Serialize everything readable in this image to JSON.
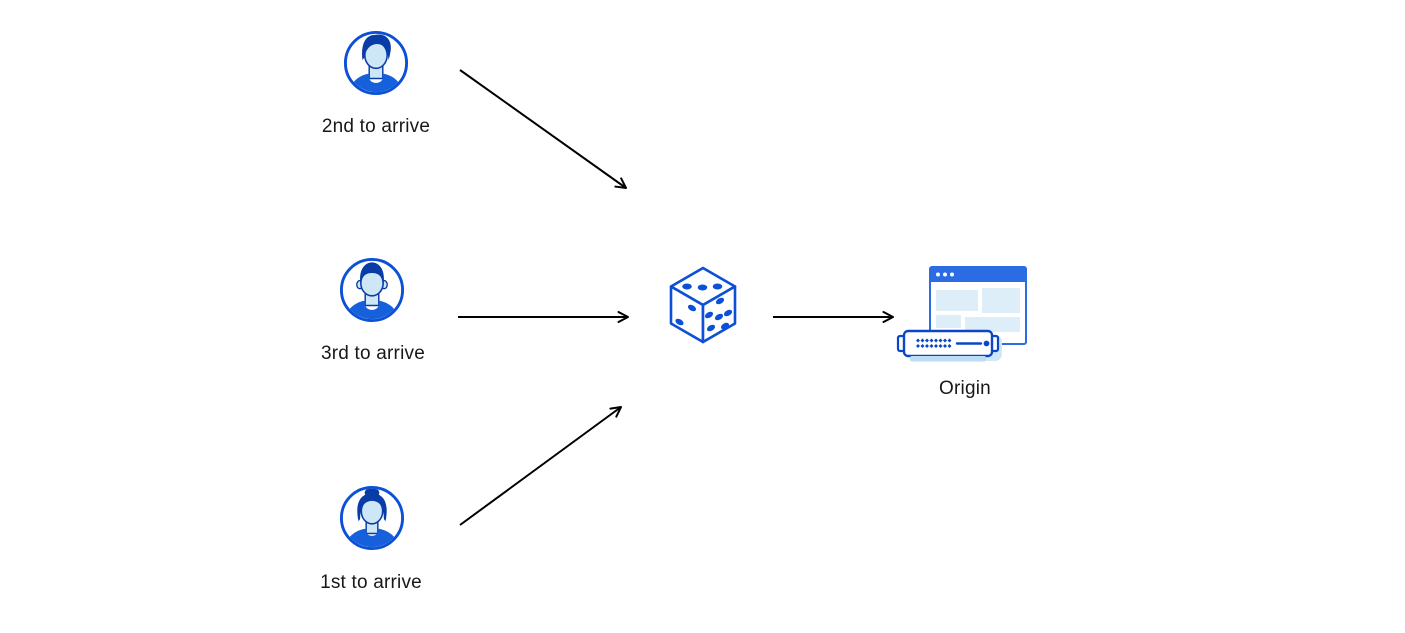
{
  "diagram": {
    "type": "flow",
    "nodes": {
      "user_top": {
        "label": "2nd to arrive",
        "icon": "male-avatar-icon"
      },
      "user_middle": {
        "label": "3rd to arrive",
        "icon": "male-avatar-icon"
      },
      "user_bottom": {
        "label": "1st to arrive",
        "icon": "female-avatar-icon"
      },
      "randomizer": {
        "label": "",
        "icon": "dice-icon"
      },
      "origin": {
        "label": "Origin",
        "icon": "origin-server-icon"
      }
    },
    "edges": [
      {
        "from": "user_top",
        "to": "randomizer"
      },
      {
        "from": "user_middle",
        "to": "randomizer"
      },
      {
        "from": "user_bottom",
        "to": "randomizer"
      },
      {
        "from": "randomizer",
        "to": "origin"
      }
    ],
    "colors": {
      "primary_blue": "#0b50d6",
      "titlebar_blue": "#2b6be4",
      "dark_blue": "#0a3ca8",
      "shirt_blue": "#1760dc",
      "pale_blue": "#ddeef9",
      "skin_blue": "#cde7f6",
      "shadow_blue": "#cfe7f7",
      "arrow_black": "#000000",
      "background": "#ffffff"
    }
  }
}
